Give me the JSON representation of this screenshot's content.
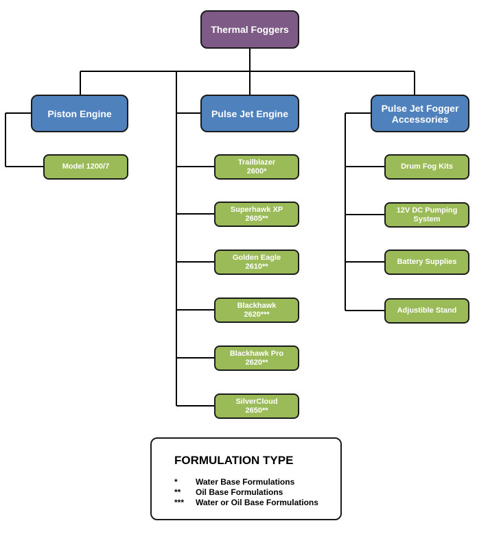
{
  "root": {
    "label": "Thermal Foggers"
  },
  "categories": [
    {
      "label": "Piston Engine",
      "items": [
        "Model 1200/7"
      ]
    },
    {
      "label": "Pulse Jet Engine",
      "items": [
        "Trailblazer\n2600*",
        "Superhawk XP\n2605**",
        "Golden Eagle\n2610**",
        "Blackhawk\n2620***",
        "Blackhawk Pro\n2620**",
        "SilverCloud\n2650**"
      ]
    },
    {
      "label": "Pulse Jet Fogger\nAccessories",
      "items": [
        "Drum Fog Kits",
        "12V DC Pumping\nSystem",
        "Battery Supplies",
        "Adjustible Stand"
      ]
    }
  ],
  "legend": {
    "title": "FORMULATION TYPE",
    "rows": [
      {
        "symbol": "*",
        "text": "Water Base Formulations"
      },
      {
        "symbol": "**",
        "text": "Oil Base Formulations"
      },
      {
        "symbol": "***",
        "text": "Water or Oil Base Formulations"
      }
    ]
  },
  "colors": {
    "root": "#7e5a86",
    "category": "#4f81bd",
    "leaf": "#9bbb59",
    "border": "#1a1a1a",
    "line": "#000000"
  }
}
